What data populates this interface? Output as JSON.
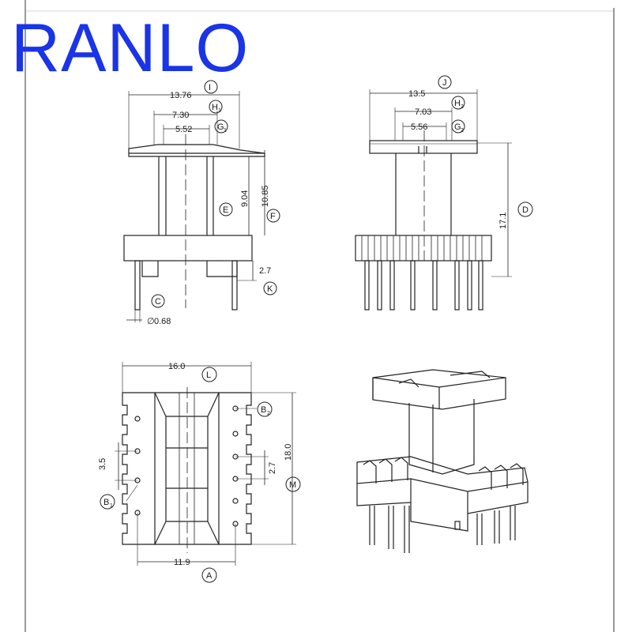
{
  "brand": {
    "text": "RANLO",
    "color": "#1a34e8"
  },
  "views": {
    "front": {
      "dims": {
        "I": "13.76",
        "H1": "7.30",
        "G1": "5.52",
        "E": "9.04",
        "F": "10.85",
        "K": "2.7",
        "C": "0.68"
      },
      "labels": {
        "I": "I",
        "H1": "H",
        "H1_sub": "1",
        "G1": "G",
        "G1_sub": "1",
        "E": "E",
        "F": "F",
        "K": "K",
        "C": "C",
        "diameter": "∅"
      }
    },
    "side": {
      "dims": {
        "J": "13.5",
        "H2": "7.03",
        "G2": "5.56",
        "D": "17.1"
      },
      "labels": {
        "J": "J",
        "H2": "H",
        "H2_sub": "2",
        "G2": "G",
        "G2_sub": "2",
        "D": "D"
      }
    },
    "bottom": {
      "dims": {
        "L": "16.0",
        "M": "18.0",
        "pitch_left": "3.5",
        "pitch_right": "2.7",
        "A": "11.9"
      },
      "labels": {
        "L": "L",
        "M": "M",
        "A": "A",
        "B1": "B",
        "B1_sub": "1",
        "B2": "B",
        "B2_sub": "2"
      }
    },
    "iso": {
      "caption": ""
    }
  }
}
